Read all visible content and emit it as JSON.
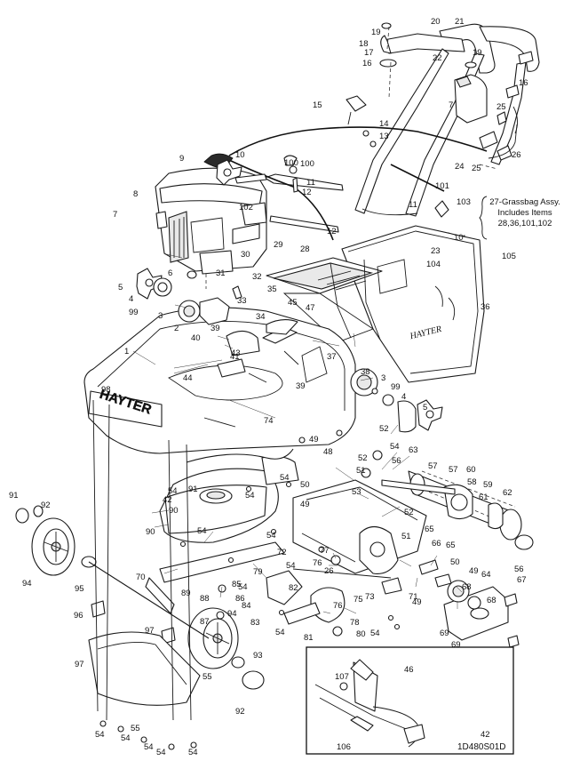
{
  "diagram": {
    "reference_code": "1D480S01D",
    "note": "27-Grassbag Assy. Includes Items 28,36,101,102",
    "branding": [
      "HAYTER",
      "HAYTER"
    ],
    "labels": [
      {
        "id": "l1",
        "text": "1"
      },
      {
        "id": "l2",
        "text": "2"
      },
      {
        "id": "l3a",
        "text": "3"
      },
      {
        "id": "l3b",
        "text": "3"
      },
      {
        "id": "l4a",
        "text": "4"
      },
      {
        "id": "l4b",
        "text": "4"
      },
      {
        "id": "l5a",
        "text": "5"
      },
      {
        "id": "l5b",
        "text": "5"
      },
      {
        "id": "l6",
        "text": "6"
      },
      {
        "id": "l7a",
        "text": "7"
      },
      {
        "id": "l7b",
        "text": "7"
      },
      {
        "id": "l8",
        "text": "8"
      },
      {
        "id": "l9",
        "text": "9"
      },
      {
        "id": "l10a",
        "text": "10"
      },
      {
        "id": "l10b",
        "text": "10"
      },
      {
        "id": "l11a",
        "text": "11"
      },
      {
        "id": "l11b",
        "text": "11"
      },
      {
        "id": "l12a",
        "text": "12"
      },
      {
        "id": "l12b",
        "text": "12"
      },
      {
        "id": "l13",
        "text": "13"
      },
      {
        "id": "l14",
        "text": "14"
      },
      {
        "id": "l15",
        "text": "15"
      },
      {
        "id": "l16a",
        "text": "16"
      },
      {
        "id": "l16b",
        "text": "16"
      },
      {
        "id": "l17",
        "text": "17"
      },
      {
        "id": "l18",
        "text": "18"
      },
      {
        "id": "l19a",
        "text": "19"
      },
      {
        "id": "l19b",
        "text": "19"
      },
      {
        "id": "l20",
        "text": "20"
      },
      {
        "id": "l21",
        "text": "21"
      },
      {
        "id": "l22",
        "text": "22"
      },
      {
        "id": "l23",
        "text": "23"
      },
      {
        "id": "l24",
        "text": "24"
      },
      {
        "id": "l25a",
        "text": "25"
      },
      {
        "id": "l25b",
        "text": "25"
      },
      {
        "id": "l26a",
        "text": "26"
      },
      {
        "id": "l26b",
        "text": "26"
      },
      {
        "id": "l28",
        "text": "28"
      },
      {
        "id": "l29",
        "text": "29"
      },
      {
        "id": "l30",
        "text": "30"
      },
      {
        "id": "l31",
        "text": "31"
      },
      {
        "id": "l32",
        "text": "32"
      },
      {
        "id": "l33",
        "text": "33"
      },
      {
        "id": "l34",
        "text": "34"
      },
      {
        "id": "l35",
        "text": "35"
      },
      {
        "id": "l36",
        "text": "36"
      },
      {
        "id": "l37",
        "text": "37"
      },
      {
        "id": "l38",
        "text": "38"
      },
      {
        "id": "l39a",
        "text": "39"
      },
      {
        "id": "l39b",
        "text": "39"
      },
      {
        "id": "l40",
        "text": "40"
      },
      {
        "id": "l41",
        "text": "41"
      },
      {
        "id": "l42a",
        "text": "42"
      },
      {
        "id": "l42b",
        "text": "42"
      },
      {
        "id": "l43",
        "text": "43"
      },
      {
        "id": "l44",
        "text": "44"
      },
      {
        "id": "l45",
        "text": "45"
      },
      {
        "id": "l46",
        "text": "46"
      },
      {
        "id": "l47",
        "text": "47"
      },
      {
        "id": "l48",
        "text": "48"
      },
      {
        "id": "l49a",
        "text": "49"
      },
      {
        "id": "l49b",
        "text": "49"
      },
      {
        "id": "l49c",
        "text": "49"
      },
      {
        "id": "l49d",
        "text": "49"
      },
      {
        "id": "l50a",
        "text": "50"
      },
      {
        "id": "l50b",
        "text": "50"
      },
      {
        "id": "l51a",
        "text": "51"
      },
      {
        "id": "l51b",
        "text": "51"
      },
      {
        "id": "l52a",
        "text": "52"
      },
      {
        "id": "l52b",
        "text": "52"
      },
      {
        "id": "l52c",
        "text": "52"
      },
      {
        "id": "l53",
        "text": "53"
      },
      {
        "id": "l54a",
        "text": "54"
      },
      {
        "id": "l54b",
        "text": "54"
      },
      {
        "id": "l54c",
        "text": "54"
      },
      {
        "id": "l54d",
        "text": "54"
      },
      {
        "id": "l54e",
        "text": "54"
      },
      {
        "id": "l54f",
        "text": "54"
      },
      {
        "id": "l54g",
        "text": "54"
      },
      {
        "id": "l54h",
        "text": "54"
      },
      {
        "id": "l54i",
        "text": "54"
      },
      {
        "id": "l54j",
        "text": "54"
      },
      {
        "id": "l54k",
        "text": "54"
      },
      {
        "id": "l54l",
        "text": "54"
      },
      {
        "id": "l54m",
        "text": "54"
      },
      {
        "id": "l54n",
        "text": "54"
      },
      {
        "id": "l54o",
        "text": "54"
      },
      {
        "id": "l55a",
        "text": "55"
      },
      {
        "id": "l55b",
        "text": "55"
      },
      {
        "id": "l56a",
        "text": "56"
      },
      {
        "id": "l56b",
        "text": "56"
      },
      {
        "id": "l57a",
        "text": "57"
      },
      {
        "id": "l57b",
        "text": "57"
      },
      {
        "id": "l58",
        "text": "58"
      },
      {
        "id": "l59",
        "text": "59"
      },
      {
        "id": "l60",
        "text": "60"
      },
      {
        "id": "l61",
        "text": "61"
      },
      {
        "id": "l62",
        "text": "62"
      },
      {
        "id": "l63",
        "text": "63"
      },
      {
        "id": "l64",
        "text": "64"
      },
      {
        "id": "l65a",
        "text": "65"
      },
      {
        "id": "l65b",
        "text": "65"
      },
      {
        "id": "l66",
        "text": "66"
      },
      {
        "id": "l67",
        "text": "67"
      },
      {
        "id": "l68a",
        "text": "68"
      },
      {
        "id": "l68b",
        "text": "68"
      },
      {
        "id": "l69a",
        "text": "69"
      },
      {
        "id": "l69b",
        "text": "69"
      },
      {
        "id": "l70",
        "text": "70"
      },
      {
        "id": "l71",
        "text": "71"
      },
      {
        "id": "l72",
        "text": "72"
      },
      {
        "id": "l73",
        "text": "73"
      },
      {
        "id": "l74",
        "text": "74"
      },
      {
        "id": "l75",
        "text": "75"
      },
      {
        "id": "l76a",
        "text": "76"
      },
      {
        "id": "l76b",
        "text": "76"
      },
      {
        "id": "l77",
        "text": "77"
      },
      {
        "id": "l78",
        "text": "78"
      },
      {
        "id": "l79",
        "text": "79"
      },
      {
        "id": "l80",
        "text": "80"
      },
      {
        "id": "l81",
        "text": "81"
      },
      {
        "id": "l82",
        "text": "82"
      },
      {
        "id": "l83",
        "text": "83"
      },
      {
        "id": "l84",
        "text": "84"
      },
      {
        "id": "l85",
        "text": "85"
      },
      {
        "id": "l86",
        "text": "86"
      },
      {
        "id": "l87",
        "text": "87"
      },
      {
        "id": "l88",
        "text": "88"
      },
      {
        "id": "l89",
        "text": "89"
      },
      {
        "id": "l90a",
        "text": "90"
      },
      {
        "id": "l90b",
        "text": "90"
      },
      {
        "id": "l91a",
        "text": "91"
      },
      {
        "id": "l91b",
        "text": "91"
      },
      {
        "id": "l92a",
        "text": "92"
      },
      {
        "id": "l92b",
        "text": "92"
      },
      {
        "id": "l93",
        "text": "93"
      },
      {
        "id": "l94a",
        "text": "94"
      },
      {
        "id": "l94b",
        "text": "94"
      },
      {
        "id": "l95",
        "text": "95"
      },
      {
        "id": "l96",
        "text": "96"
      },
      {
        "id": "l97a",
        "text": "97"
      },
      {
        "id": "l97b",
        "text": "97"
      },
      {
        "id": "l98",
        "text": "98"
      },
      {
        "id": "l99a",
        "text": "99"
      },
      {
        "id": "l99b",
        "text": "99"
      },
      {
        "id": "l100a",
        "text": "100"
      },
      {
        "id": "l100b",
        "text": "100"
      },
      {
        "id": "l101",
        "text": "101"
      },
      {
        "id": "l102",
        "text": "102"
      },
      {
        "id": "l103",
        "text": "103"
      },
      {
        "id": "l104",
        "text": "104"
      },
      {
        "id": "l105",
        "text": "105"
      },
      {
        "id": "l106",
        "text": "106"
      },
      {
        "id": "l107",
        "text": "107"
      }
    ]
  }
}
